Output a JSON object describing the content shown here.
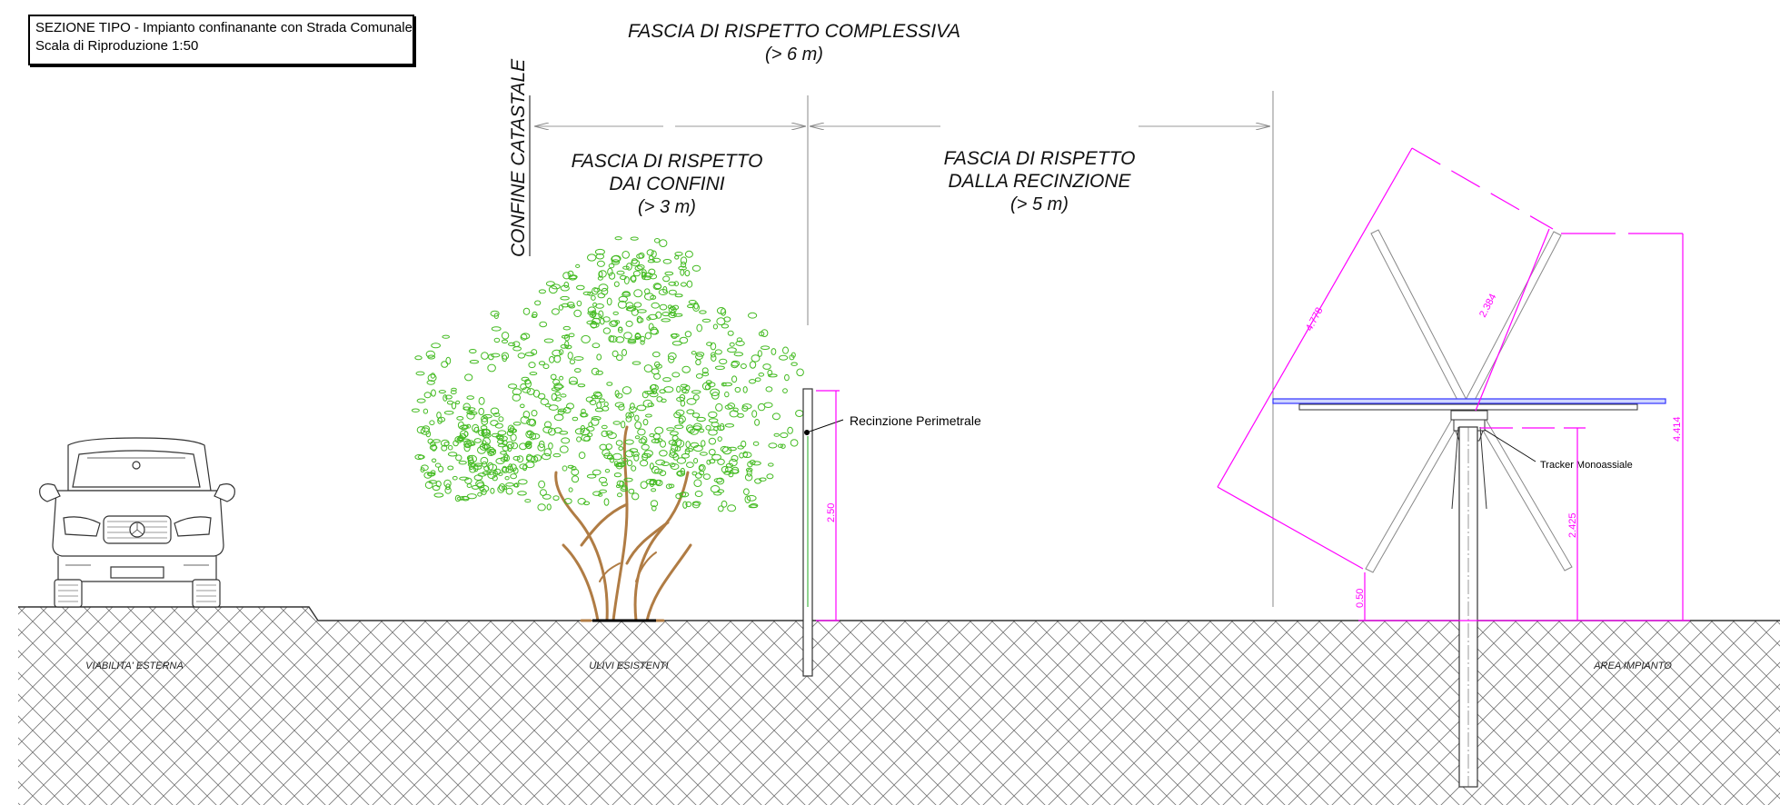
{
  "title_block": {
    "line1": "SEZIONE TIPO  - Impianto confinanante con Strada Comunale",
    "line2": "Scala di Riproduzione 1:50"
  },
  "headings": {
    "overall_title": "FASCIA DI RISPETTO COMPLESSIVA",
    "overall_value": "(> 6 m)",
    "boundary_label": "CONFINE CATASTALE",
    "left_band_line1": "FASCIA DI RISPETTO",
    "left_band_line2": "DAI CONFINI",
    "left_band_value": "(> 3 m)",
    "right_band_line1": "FASCIA DI RISPETTO",
    "right_band_line2": "DALLA RECINZIONE",
    "right_band_value": "(> 5 m)"
  },
  "labels": {
    "fence": "Recinzione Perimetrale",
    "tracker": "Tracker Monoassiale",
    "zone_road": "VIABILITA' ESTERNA",
    "zone_olives": "ULIVI ESISTENTI",
    "zone_plant": "AREA IMPIANTO"
  },
  "dimensions": {
    "fence_height": "2.50",
    "panel_width": "4.778",
    "panel_half": "2.384",
    "max_height": "4.414",
    "axis_height": "2.425",
    "min_clearance": "0.50"
  },
  "colors": {
    "dimension": "#ff00ff",
    "foliage": "#44bb22",
    "trunk": "#b07c44",
    "panel": "#3333ff",
    "fence_green": "#22aa22"
  }
}
